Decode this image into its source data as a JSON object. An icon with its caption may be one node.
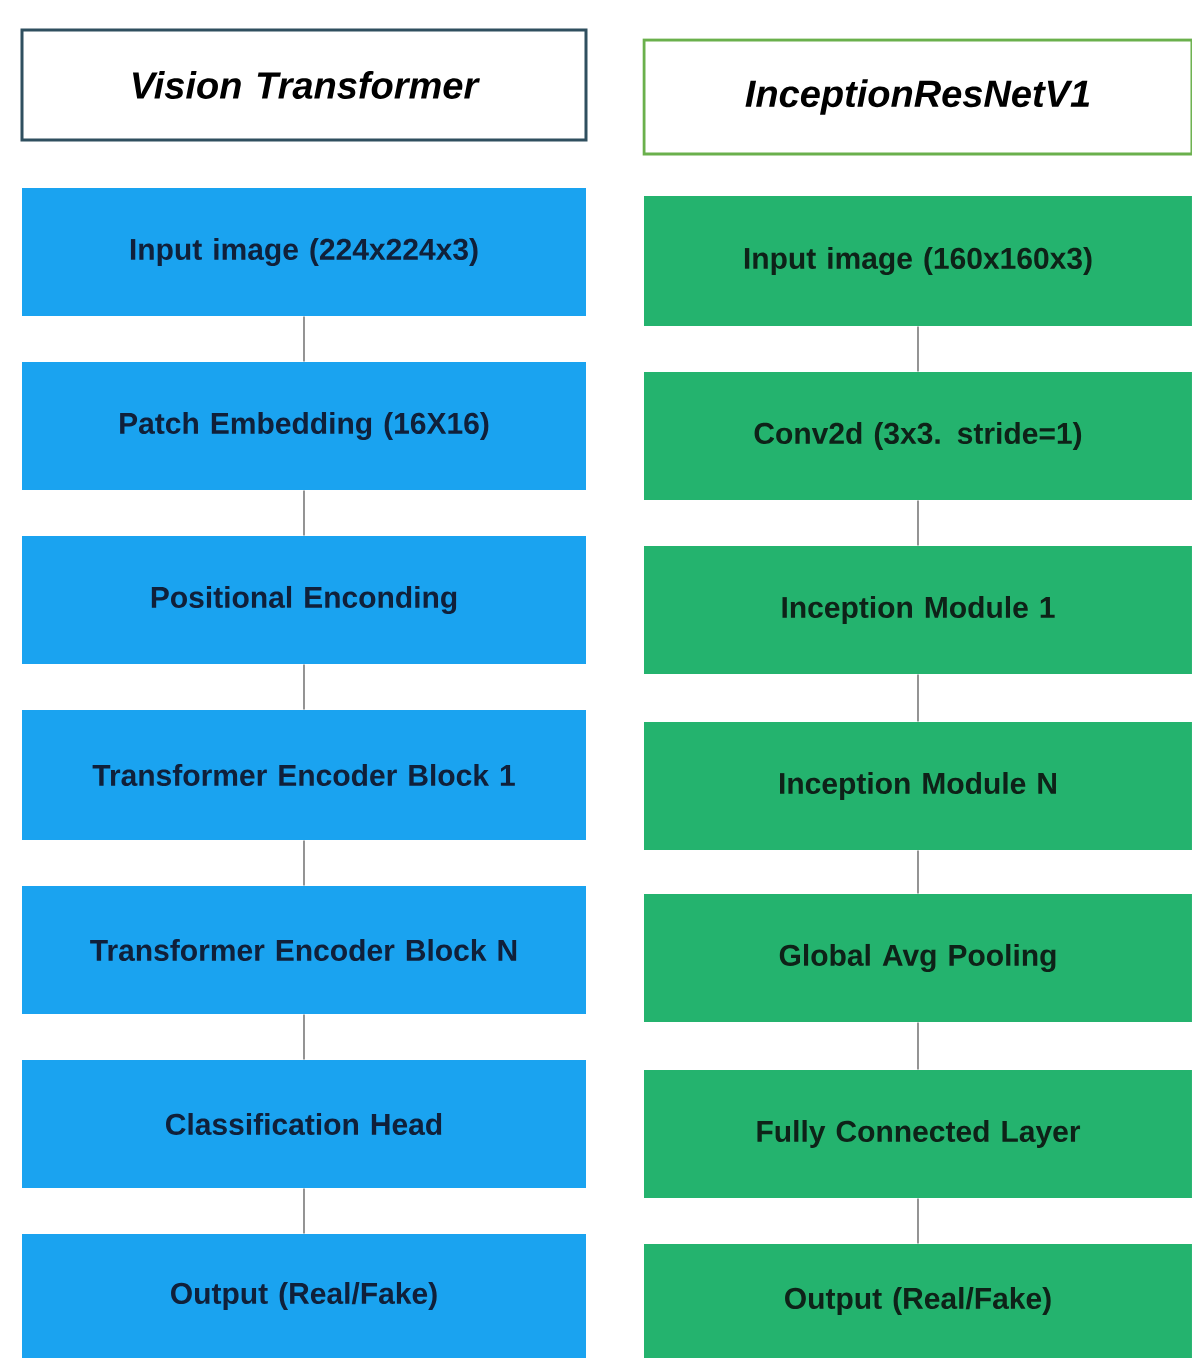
{
  "diagram": {
    "nodes": [
      {
        "text": [
          "Vision Transformer"
        ]
      },
      {
        "text": [
          "Input image (224x224x3)"
        ]
      },
      {
        "text": [
          "Patch Embedding (16X16)"
        ]
      },
      {
        "text": [
          "Positional Enconding"
        ]
      },
      {
        "text": [
          "Transformer Encoder Block 1"
        ]
      },
      {
        "text": [
          "Transformer Encoder Block N"
        ]
      },
      {
        "text": [
          "Classification Head"
        ]
      },
      {
        "text": [
          "Output (Real/Fake)"
        ]
      },
      {
        "text": [
          "InceptionResNetV1"
        ]
      },
      {
        "text": [
          "Input image (160x160x3)"
        ]
      },
      {
        "text": [
          "Conv2d (3x3. stride=1)"
        ]
      },
      {
        "text": [
          "Inception Module 1"
        ]
      },
      {
        "text": [
          "Inception Module N"
        ]
      },
      {
        "text": [
          "Global Avg Pooling"
        ]
      },
      {
        "text": [
          "Fully Connected Layer"
        ]
      },
      {
        "text": [
          "Output (Real/Fake)"
        ]
      }
    ],
    "edges": [
      {
        "from": 1,
        "to": 2,
        "arrow": "none"
      },
      {
        "from": 2,
        "to": 3,
        "arrow": "none"
      },
      {
        "from": 3,
        "to": 4,
        "arrow": "none"
      },
      {
        "from": 4,
        "to": 5,
        "arrow": "none"
      },
      {
        "from": 5,
        "to": 6,
        "arrow": "none"
      },
      {
        "from": 6,
        "to": 7,
        "arrow": "none"
      },
      {
        "from": 9,
        "to": 10,
        "arrow": "none"
      },
      {
        "from": 10,
        "to": 11,
        "arrow": "none"
      },
      {
        "from": 11,
        "to": 12,
        "arrow": "none"
      },
      {
        "from": 12,
        "to": 13,
        "arrow": "none"
      },
      {
        "from": 13,
        "to": 14,
        "arrow": "none"
      },
      {
        "from": 14,
        "to": 15,
        "arrow": "none"
      }
    ]
  }
}
